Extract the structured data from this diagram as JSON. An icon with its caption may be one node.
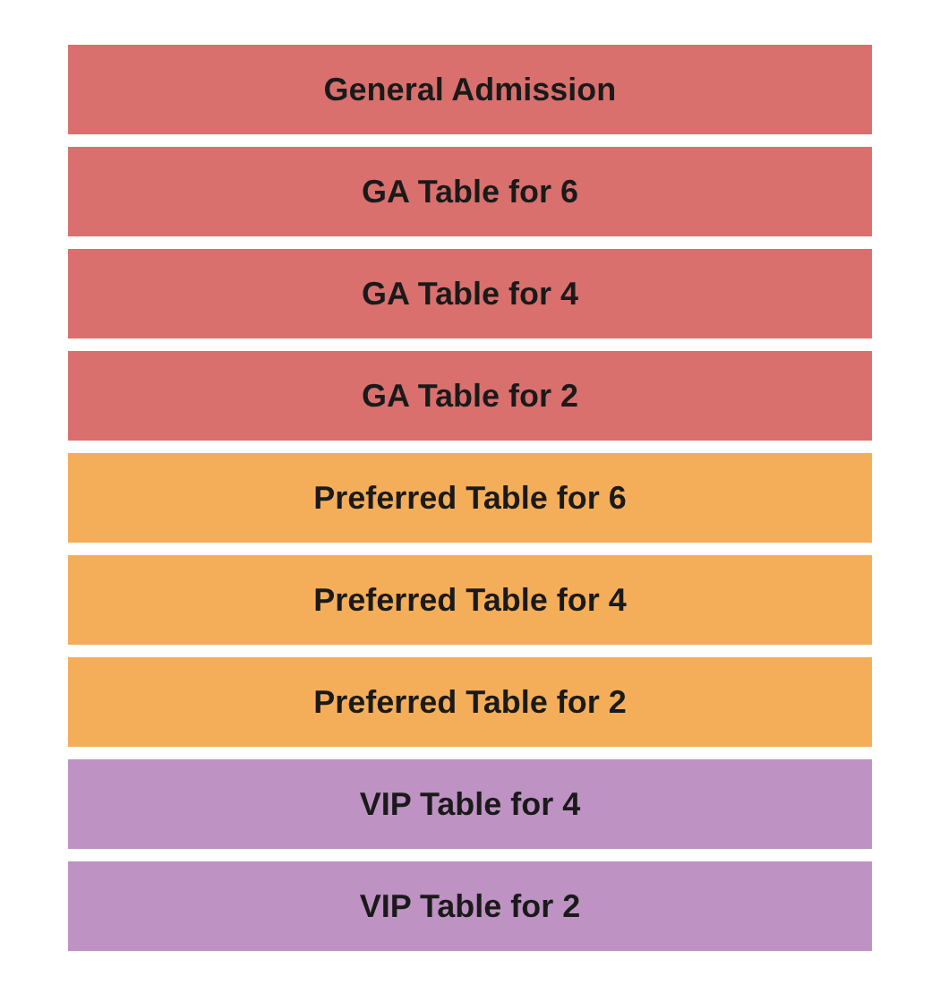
{
  "diagram": {
    "nodes": [
      {
        "text": [
          "General Admission"
        ]
      },
      {
        "text": [
          "GA Table for 6"
        ]
      },
      {
        "text": [
          "GA Table for 4"
        ]
      },
      {
        "text": [
          "GA Table for 2"
        ]
      },
      {
        "text": [
          "Preferred Table for 6"
        ]
      },
      {
        "text": [
          "Preferred Table for 4"
        ]
      },
      {
        "text": [
          "Preferred Table for 2"
        ]
      },
      {
        "text": [
          "VIP Table for 4"
        ]
      },
      {
        "text": [
          "VIP Table for 2"
        ]
      }
    ]
  }
}
